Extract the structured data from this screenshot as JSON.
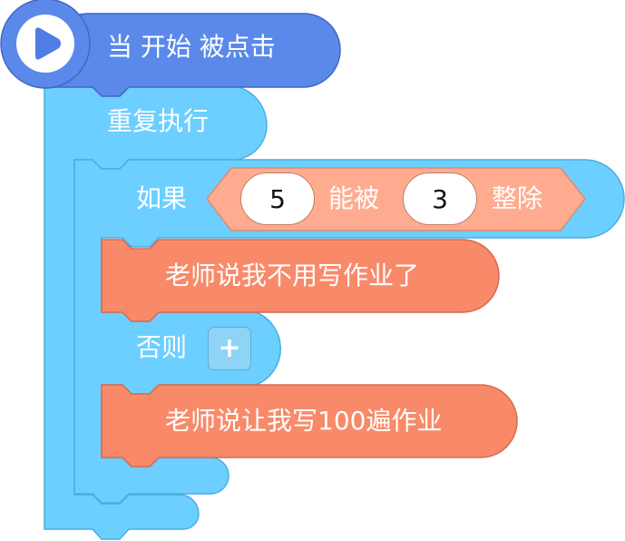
{
  "hat_block": {
    "label": "当 开始 被点击",
    "icon": "play-icon",
    "color": "#5a89ea"
  },
  "loop_block": {
    "label": "重复执行",
    "color": "#6ccfff"
  },
  "if_block": {
    "if_label": "如果",
    "else_label": "否则",
    "else_add_icon": "plus-icon",
    "color": "#6ccfff"
  },
  "condition": {
    "left_value": "5",
    "operator_mid": "能被",
    "right_value": "3",
    "operator_end": "整除",
    "color": "#ffab8f"
  },
  "say_block_then": {
    "text": "老师说我不用写作业了",
    "color": "#f88a6a"
  },
  "say_block_else": {
    "text": "老师说让我写100遍作业",
    "color": "#f88a6a"
  },
  "plus_glyph": "+"
}
